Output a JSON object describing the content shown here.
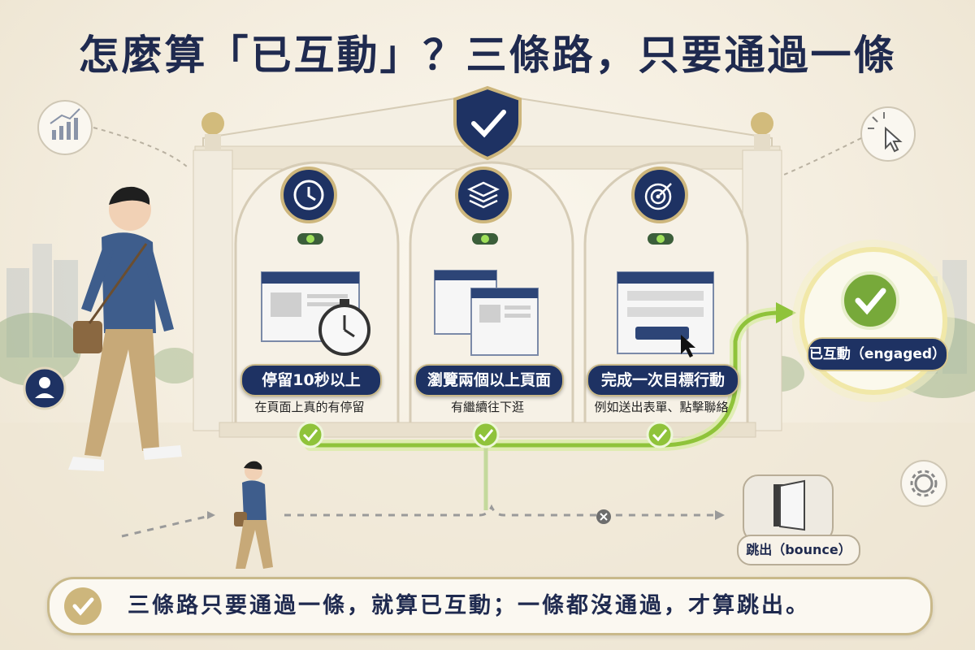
{
  "title": "怎麼算「已互動」？三條路，只要通過一條",
  "gates": [
    {
      "icon": "clock-icon",
      "label": "停留10秒以上",
      "sub": "在頁面上真的有停留"
    },
    {
      "icon": "layers-icon",
      "label": "瀏覽兩個以上頁面",
      "sub": "有繼續往下逛"
    },
    {
      "icon": "target-icon",
      "label": "完成一次目標行動",
      "sub": "例如送出表單、點擊聯絡"
    }
  ],
  "engaged": {
    "label": "已互動（engaged）"
  },
  "bounce": {
    "label": "跳出（bounce）"
  },
  "banner": {
    "text": "三條路只要通過一條，就算已互動；一條都沒通過，才算跳出。"
  },
  "colors": {
    "navy": "#1e3263",
    "green": "#8fc33a",
    "gold": "#c9b98a"
  }
}
